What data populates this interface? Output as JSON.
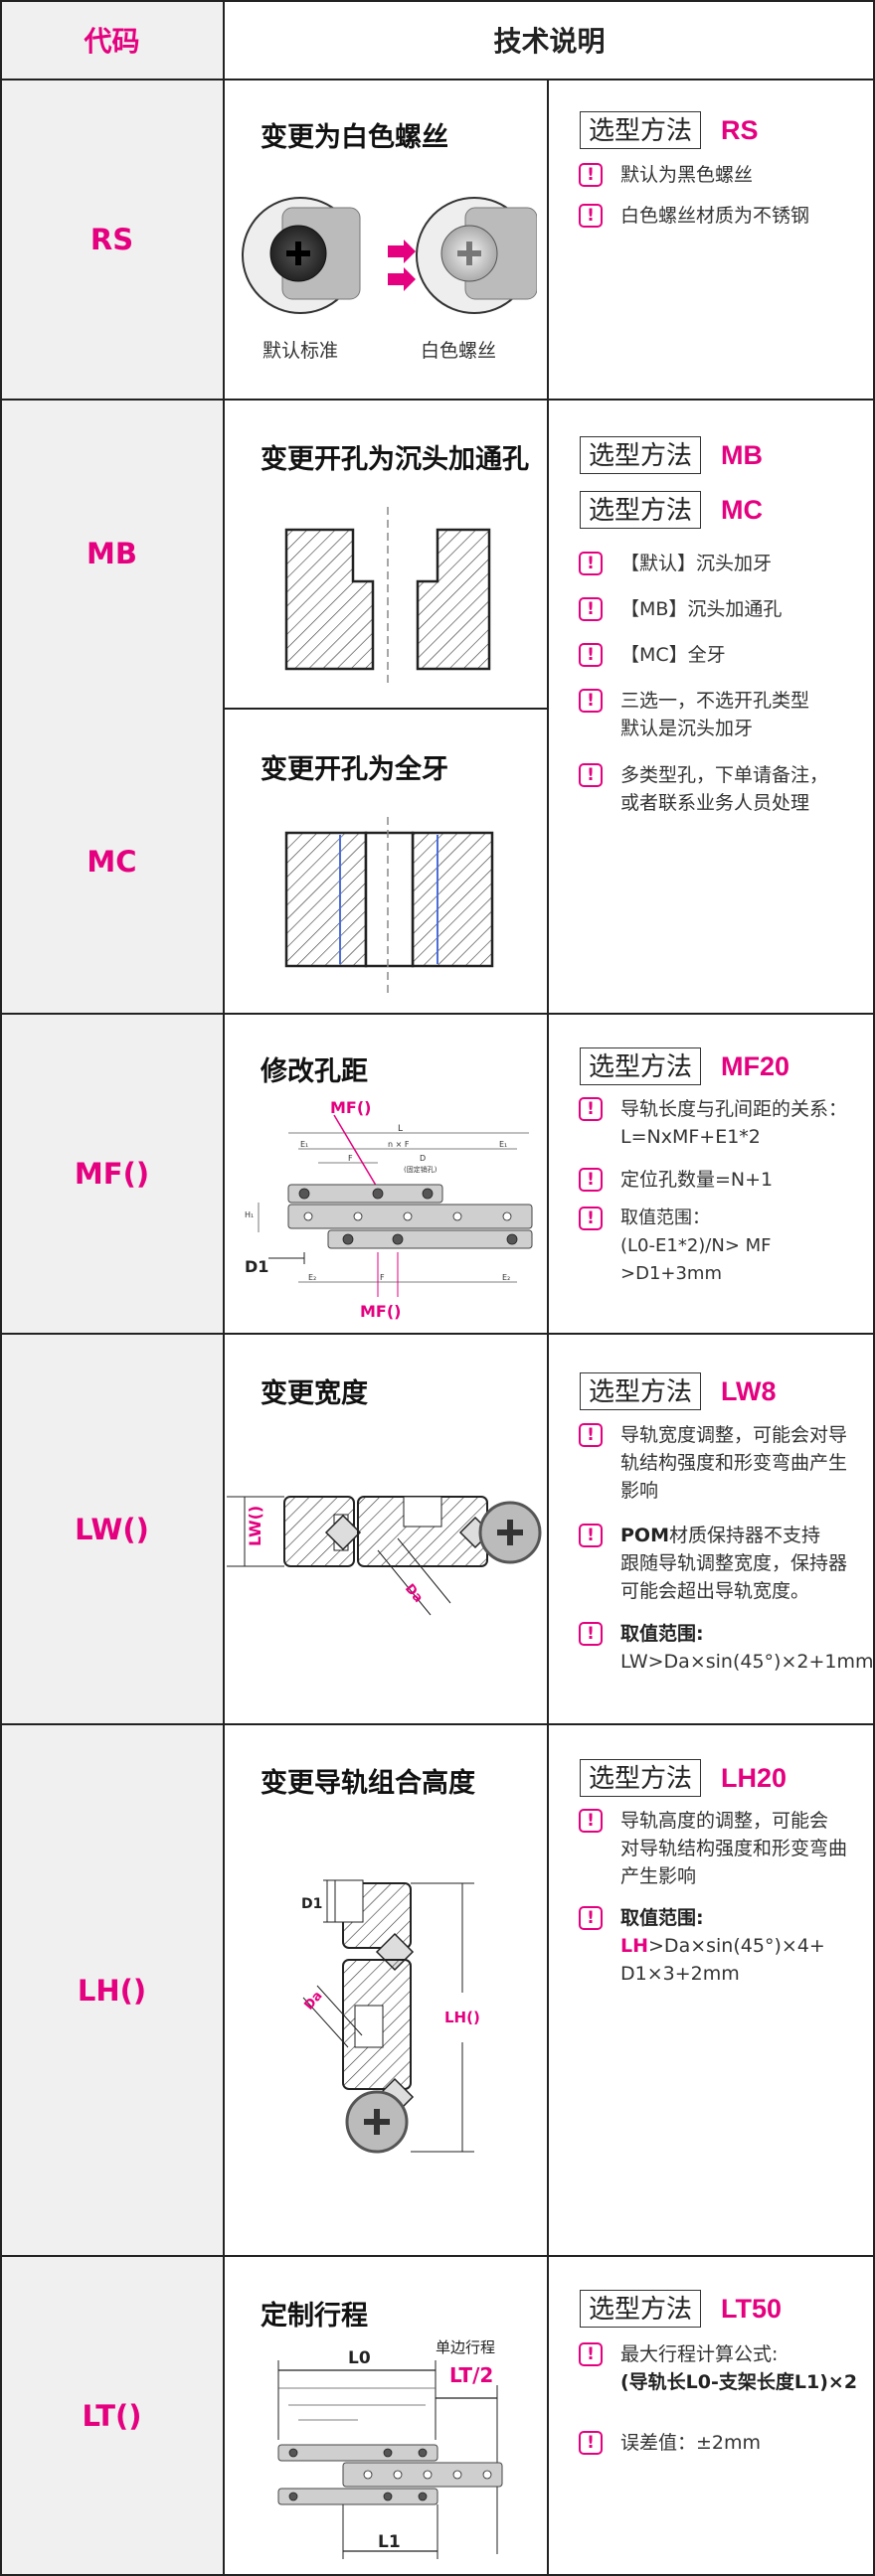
{
  "header": {
    "code": "代码",
    "desc": "技术说明"
  },
  "colors": {
    "accent": "#e4007f",
    "codebg": "#f0f0f0",
    "line": "#222222"
  },
  "rows": {
    "rs": {
      "code": "RS",
      "title": "变更为白色螺丝",
      "cap_left": "默认标准",
      "cap_right": "白色螺丝",
      "sel_label": "选型方法",
      "sel_value": "RS",
      "notes": [
        "默认为黑色螺丝",
        "白色螺丝材质为不锈钢"
      ]
    },
    "mb": {
      "code": "MB",
      "title": "变更开孔为沉头加通孔",
      "sel_label": "选型方法",
      "sel_value": "MB"
    },
    "mc": {
      "code": "MC",
      "title": "变更开孔为全牙",
      "sel_label": "选型方法",
      "sel_value": "MC"
    },
    "mbmc_notes": [
      "【默认】沉头加牙",
      "【MB】沉头加通孔",
      "【MC】全牙",
      "三选一，不选开孔类型\n默认是沉头加牙",
      "多类型孔，下单请备注，\n或者联系业务人员处理"
    ],
    "mf": {
      "code": "MF()",
      "title": "修改孔距",
      "sel_label": "选型方法",
      "sel_value": "MF20",
      "notes": [
        "导轨长度与孔间距的关系：\nL=NxMF+E1*2",
        "定位孔数量=N+1",
        "取值范围：\n(L0-E1*2)/N> MF >D1+3mm"
      ],
      "labels": {
        "mf": "MF()",
        "d1": "D1",
        "l": "L",
        "nf": "n × F",
        "f": "F",
        "d": "D",
        "dnote": "(固定销孔)",
        "e1": "E₁",
        "e2": "E₂",
        "h1": "H₁"
      }
    },
    "lw": {
      "code": "LW()",
      "title": "变更宽度",
      "sel_label": "选型方法",
      "sel_value": "LW8",
      "notes": [
        "导轨宽度调整，可能会对导\n轨结构强度和形变弯曲产生\n影响",
        "**POM**材质保持器不支持\n跟随导轨调整宽度，保持器\n可能会超出导轨宽度。",
        "**取值范围:**\nLW>Da×sin(45°)×2+1mm"
      ],
      "labels": {
        "lw": "LW()",
        "da": "Da"
      }
    },
    "lh": {
      "code": "LH()",
      "title": "变更导轨组合高度",
      "sel_label": "选型方法",
      "sel_value": "LH20",
      "notes": [
        "导轨高度的调整，可能会\n对导轨结构强度和形变弯曲\n产生影响",
        "**取值范围:**\n@@LH@@>Da×sin(45°)×4+\nD1×3+2mm"
      ],
      "labels": {
        "d1": "D1",
        "da": "Da",
        "lh": "LH()"
      }
    },
    "lt": {
      "code": "LT()",
      "title": "定制行程",
      "sel_label": "选型方法",
      "sel_value": "LT50",
      "notes": [
        "最大行程计算公式:\n**(导轨长L0-支架长度L1)×2**",
        "误差值：±2mm"
      ],
      "labels": {
        "l0": "L0",
        "single": "单边行程",
        "lt2": "LT/2",
        "l1": "L1"
      }
    }
  }
}
